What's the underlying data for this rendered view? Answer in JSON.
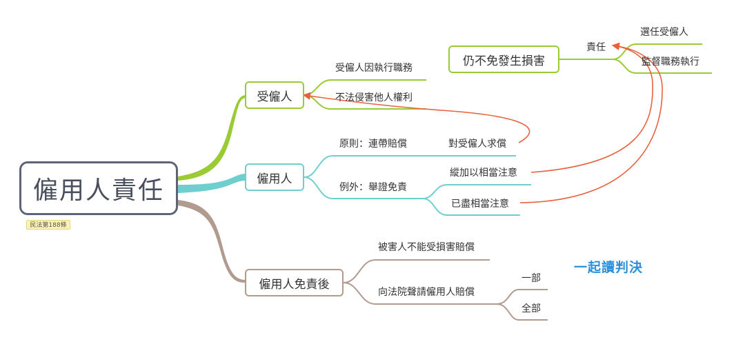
{
  "root": {
    "title": "僱用人責任",
    "note": "民法第188條"
  },
  "employee_branch": {
    "label": "受僱人",
    "children": [
      "受僱人因執行職務",
      "不法侵害他人權利"
    ]
  },
  "employer_branch": {
    "label": "僱用人",
    "principle": {
      "label": "原則：連帶賠償",
      "child": "對受僱人求償"
    },
    "exception": {
      "label": "例外：舉證免責",
      "children": [
        "縱加以相當注意",
        "已盡相當注意"
      ]
    }
  },
  "exempt_branch": {
    "label": "僱用人免責後",
    "children": [
      {
        "label": "被害人不能受損害賠償"
      },
      {
        "label": "向法院聲請僱用人賠償",
        "children": [
          "一部",
          "全部"
        ]
      }
    ]
  },
  "floating_topic": {
    "label": "仍不免發生損害",
    "child": "責任",
    "grandchildren": [
      "選任受僱人",
      "監督職務執行"
    ]
  },
  "banner": "一起讀判決",
  "colors": {
    "green": "#9acb35",
    "teal": "#6fcfcf",
    "brown": "#b19a8e",
    "relationship": "#e8603c",
    "banner": "#2b8fd9",
    "root_border": "#5e6475"
  }
}
